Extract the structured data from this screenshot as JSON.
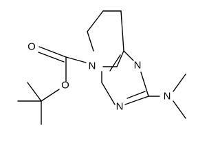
{
  "structure": {
    "atoms": {
      "ring_n_carbamate": "N",
      "ring_n_upper": "N",
      "ring_n_lower": "N",
      "amine_n": "N",
      "carbonyl_o": "O",
      "ester_o": "O"
    }
  }
}
